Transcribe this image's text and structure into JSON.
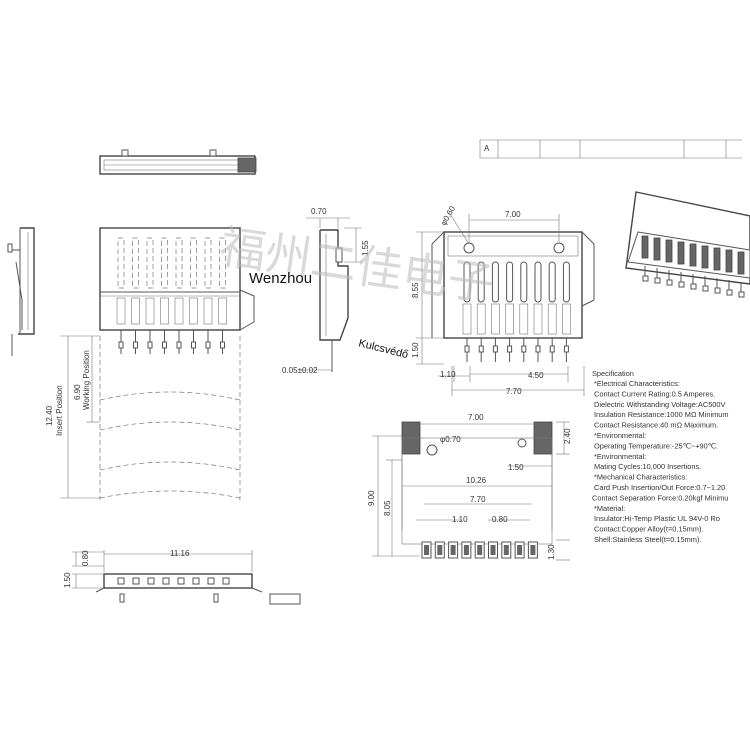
{
  "watermarks": {
    "brand": "Wenzhou",
    "lock": "Kulcsvédő",
    "chinese": "福州二佳电子"
  },
  "dimensions": {
    "d070_top": "0.70",
    "d155": "1.55",
    "d855": "8.55",
    "d150_side": "1.50",
    "d005": "0.05±0.02",
    "d700_top": "7.00",
    "d060": "φ0.60",
    "d110": "1.10",
    "d450": "4.50",
    "d770_top": "7.70",
    "d1240": "12.40",
    "insert_position": "Insert Position",
    "d690": "6.90",
    "working_position": "Working Position",
    "d700_fp": "7.00",
    "d240": "2.40",
    "d070_fp": "φ0.70",
    "d150_fp": "1.50",
    "d1026": "10.26",
    "d900": "9.00",
    "d805": "8.05",
    "d770_fp": "7.70",
    "d110_fp": "1.10",
    "d080_fp": "0.80",
    "d130": "1.30",
    "d080_front": "0.80",
    "d150_front": "1.50",
    "d1116": "11.16",
    "title_block_a": "A"
  },
  "specification": {
    "title": "Specification",
    "lines": [
      "*Electrical Characteristics:",
      "  Contact Current Rating:0.5 Amperes.",
      "  Dielectric Withstanding Voltage:AC500V",
      "  Insulation Resistance:1000 MΩ Minimum",
      "  Contact Resistance:40 mΩ Maximum.",
      "*Environmental:",
      "  Operating Temperature:-25℃~+90℃.",
      "*Environmental:",
      "  Mating Cycles:10,000 Insertions.",
      "*Mechanical Characteristics:",
      "  Card Push Insertion/Out Force:0.7~1.20",
      "Contact Separation Force:0.20kgf Minimu",
      "*Material:",
      "  Insulator:Hi-Temp Plastic UL 94V-0 Ro",
      "  Contact:Copper Alloy(t=0.15mm).",
      "  Shell:Stainless Steel(t=0.15mm)."
    ]
  }
}
